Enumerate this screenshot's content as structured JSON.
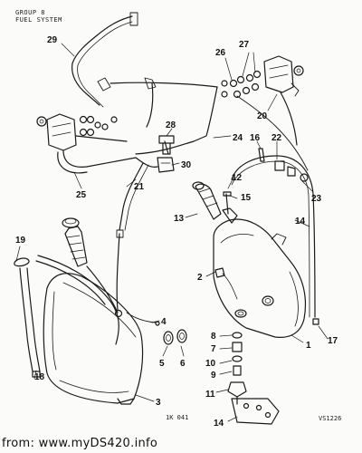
{
  "header": {
    "line1": "GROUP 8",
    "line2": "FUEL SYSTEM"
  },
  "center_code": "1K 041",
  "ref_code": "VS1226",
  "footer_text": "from: www.myDS420.info",
  "callouts": {
    "c1": "1",
    "c2": "2",
    "c3": "3",
    "c4": "4",
    "c5": "5",
    "c6": "6",
    "c7": "7",
    "c8": "8",
    "c9": "9",
    "c10": "10",
    "c11": "11",
    "c12": "12",
    "c13": "13",
    "c14a": "14",
    "c14b": "14",
    "c15": "15",
    "c16": "16",
    "c17": "17",
    "c18": "18",
    "c19": "19",
    "c20": "20",
    "c21": "21",
    "c22": "22",
    "c23": "23",
    "c24": "24",
    "c25": "25",
    "c26": "26",
    "c27": "27",
    "c28": "28",
    "c29": "29",
    "c30": "30"
  },
  "colors": {
    "ink": "#1a1a1a",
    "paper": "#fbfbf9"
  }
}
